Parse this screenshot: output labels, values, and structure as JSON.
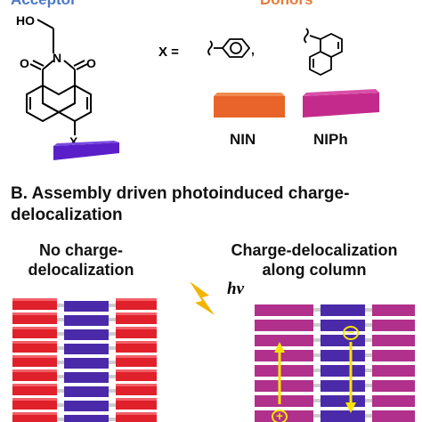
{
  "header": {
    "acceptor_label": "Acceptor",
    "donors_label": "Donors"
  },
  "molecule": {
    "ho_label": "HO",
    "o_left": "O",
    "n_label": "N",
    "o_right": "O",
    "x_sub": "X"
  },
  "donor_defs": {
    "x_equals": "X =",
    "comma": ","
  },
  "donors": [
    {
      "name": "NIN",
      "color": "#e8642a"
    },
    {
      "name": "NIPh",
      "color": "#c42a8c"
    }
  ],
  "acceptor_color": "#5b1fc9",
  "section_b": {
    "title": "B. Assembly driven photoinduced charge-delocalization"
  },
  "panels": {
    "left_label": "No charge-delocalization",
    "right_label": "Charge-delocalization along column",
    "hv_label": "hν"
  },
  "charges": {
    "minus": "−",
    "plus": "+"
  },
  "colors": {
    "red_stack": "#e0202a",
    "purple_stack": "#4a2aa8",
    "magenta_stack": "#b0308c",
    "arrow_yellow": "#f7e400",
    "lightning": "#f4b400"
  }
}
